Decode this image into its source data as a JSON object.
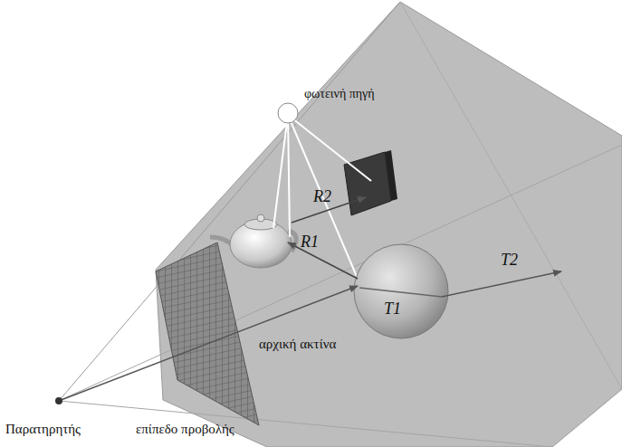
{
  "diagram": {
    "labels": [
      "φωτεινή πηγή",
      "R2",
      "R1",
      "T1",
      "T2",
      "αρχική ακτίνα",
      "Παρατηρητής",
      "επίπεδο προβολής"
    ]
  }
}
